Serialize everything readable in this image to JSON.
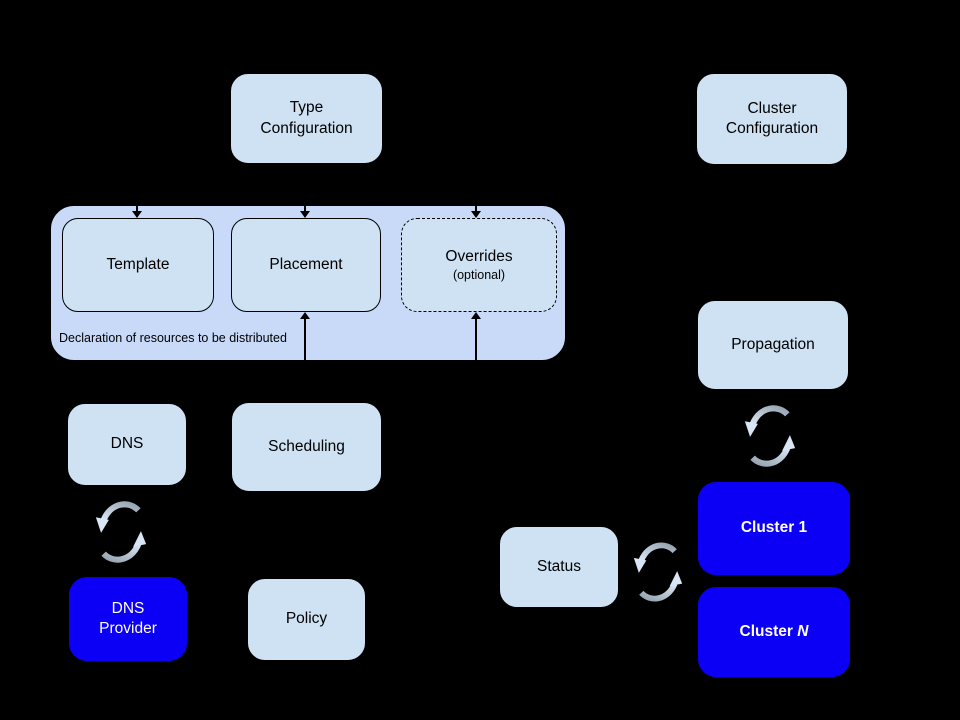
{
  "colors": {
    "background": "#000000",
    "node_fill": "#cfe2f3",
    "group_fill": "#c9daf8",
    "active_fill": "#0b00f5",
    "node_text": "#000000",
    "active_text": "#ffffff",
    "line": "#000000",
    "sync_arrow_light": "#d8e6f5",
    "sync_arrow_dark": "#94a2af"
  },
  "nodes": {
    "type_config": {
      "label": "Type\nConfiguration"
    },
    "cluster_config": {
      "label": "Cluster\nConfiguration"
    },
    "template": {
      "label": "Template"
    },
    "placement": {
      "label": "Placement"
    },
    "overrides": {
      "label": "Overrides",
      "sublabel": "(optional)"
    },
    "dns": {
      "label": "DNS"
    },
    "scheduling": {
      "label": "Scheduling"
    },
    "dns_provider": {
      "label": "DNS\nProvider"
    },
    "policy": {
      "label": "Policy"
    },
    "propagation": {
      "label": "Propagation"
    },
    "status": {
      "label": "Status"
    },
    "cluster_1": {
      "label": "Cluster 1"
    },
    "cluster_n": {
      "label_prefix": "Cluster ",
      "label_suffix": "N"
    }
  },
  "group": {
    "caption": "Declaration of resources to be distributed"
  },
  "icons": {
    "sync": "sync-arrows-icon"
  }
}
